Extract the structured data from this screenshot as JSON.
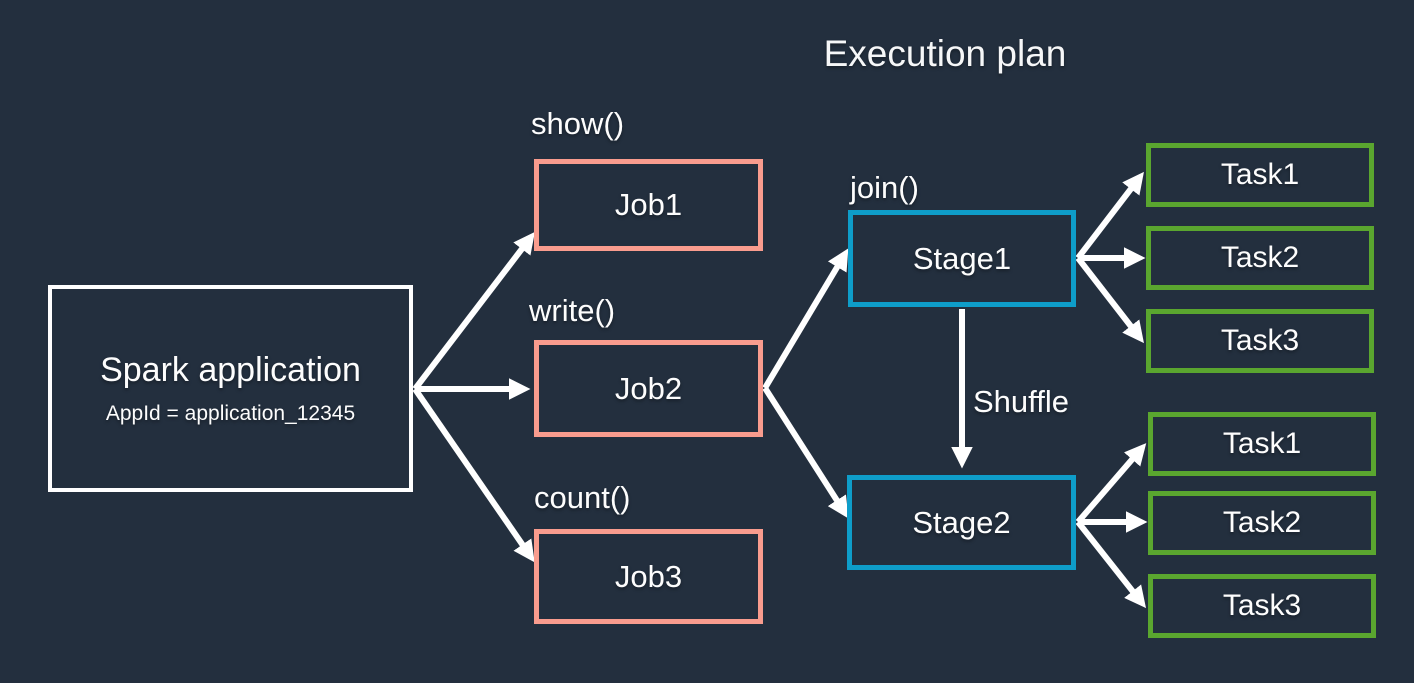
{
  "title": "Execution plan",
  "colors": {
    "background": "#232f3e",
    "job_border": "#f99c8e",
    "stage_border": "#0e9dc9",
    "task_border": "#5aa62f",
    "app_border": "#ffffff",
    "arrow": "#ffffff",
    "text": "#fdfdfd"
  },
  "app": {
    "name": "Spark application",
    "app_id": "AppId = application_12345"
  },
  "jobs": [
    {
      "action": "show()",
      "name": "Job1"
    },
    {
      "action": "write()",
      "name": "Job2"
    },
    {
      "action": "count()",
      "name": "Job3"
    }
  ],
  "stages": [
    {
      "action": "join()",
      "name": "Stage1"
    },
    {
      "action": "",
      "name": "Stage2"
    }
  ],
  "shuffle_label": "Shuffle",
  "stage1_tasks": [
    "Task1",
    "Task2",
    "Task3"
  ],
  "stage2_tasks": [
    "Task1",
    "Task2",
    "Task3"
  ]
}
